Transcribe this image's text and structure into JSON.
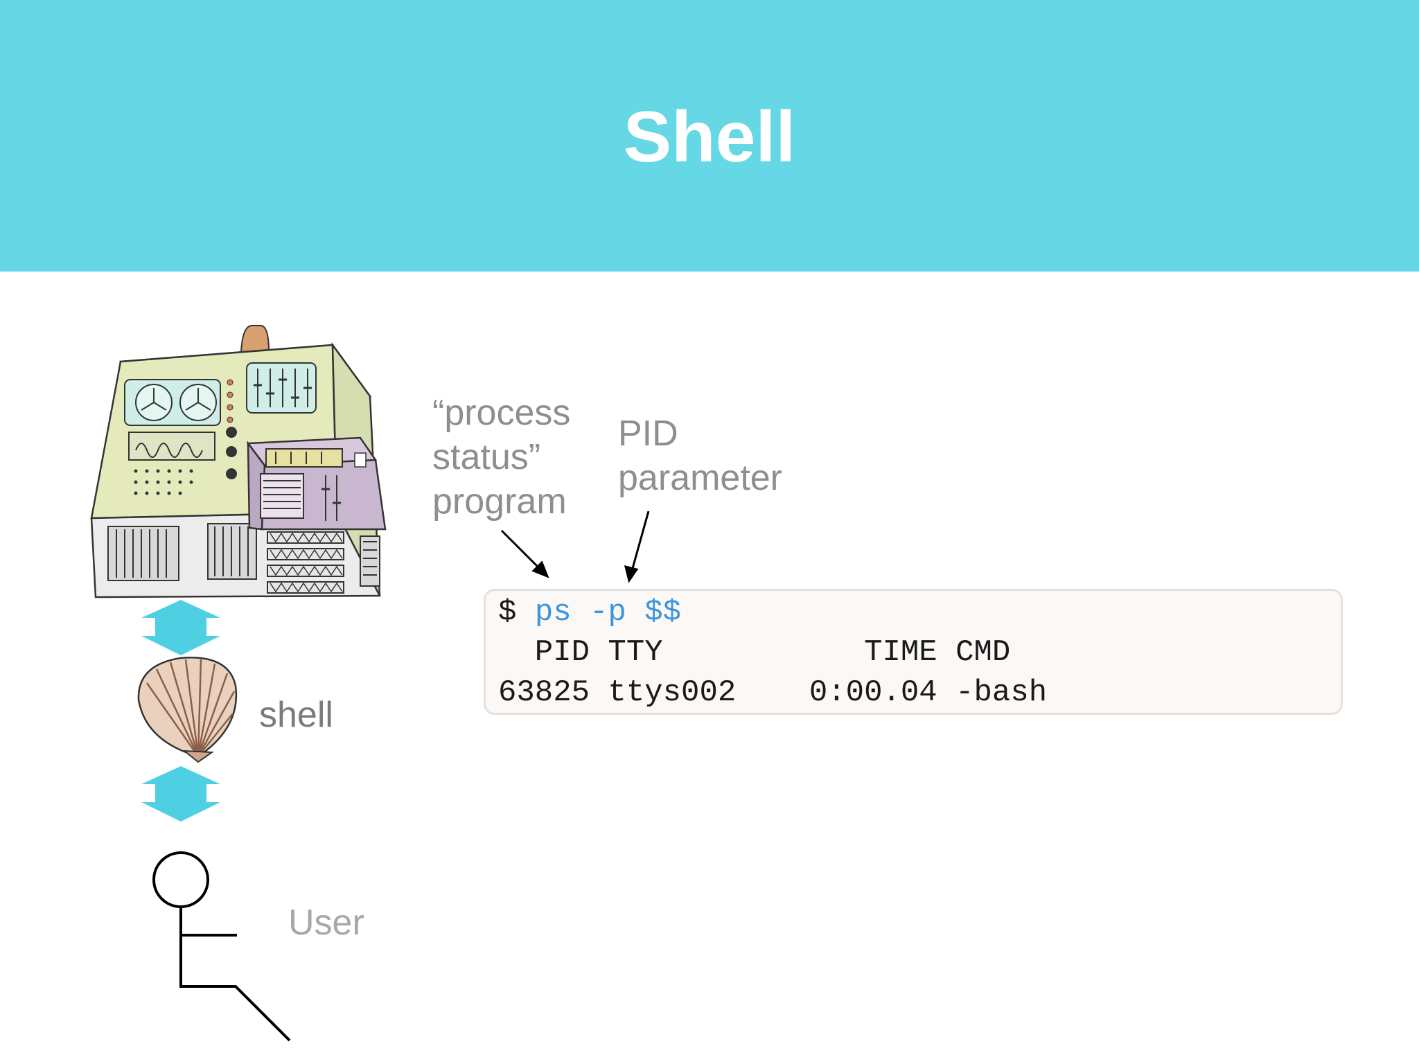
{
  "slide": {
    "title": "Shell"
  },
  "labels": {
    "process_status": [
      "“process",
      "status”",
      "program"
    ],
    "pid_parameter": [
      "PID",
      "parameter"
    ],
    "shell": "shell",
    "user": "User"
  },
  "terminal": {
    "prompt": "$",
    "command": "ps",
    "flag": "-p",
    "argument": "$$",
    "header": "  PID TTY           TIME CMD",
    "row": "63825 ttys002    0:00.04 -bash"
  },
  "colors": {
    "header_bg": "#66d7e4",
    "arrow_cyan": "#4fd0e2",
    "command_blue": "#3d95dd",
    "label_gray": "#8e8e8e"
  },
  "icons": [
    "computer-icon",
    "seashell-icon",
    "stick-figure-icon",
    "double-arrow-icon"
  ]
}
